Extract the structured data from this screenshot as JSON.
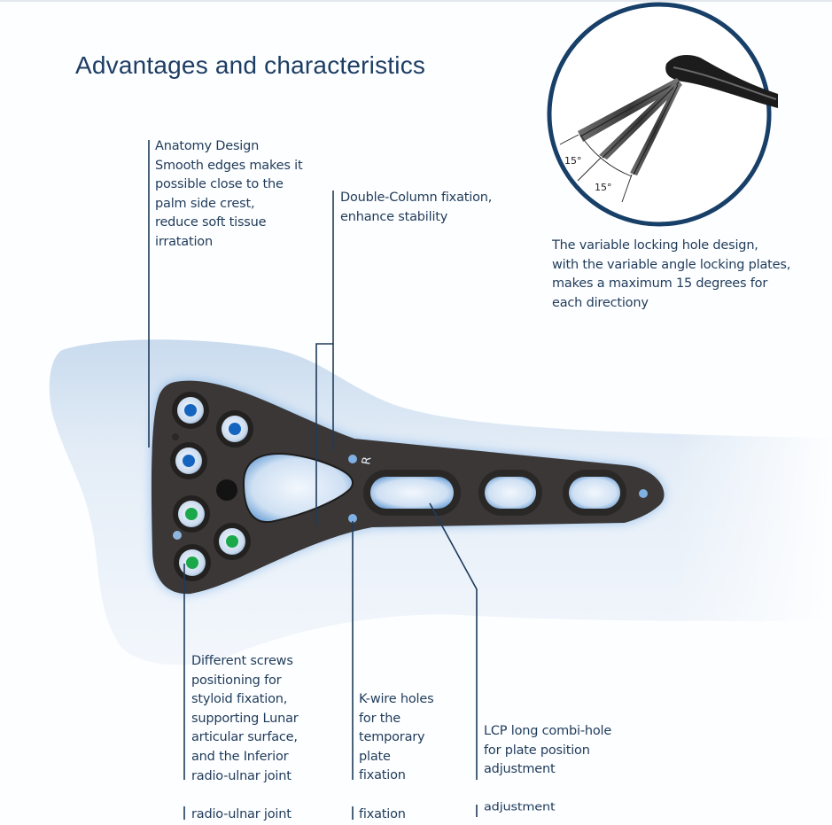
{
  "title": "Advantages and characteristics",
  "inset": {
    "angle_labels": [
      "15°",
      "15°"
    ],
    "caption_lines": [
      "The variable locking hole design,",
      "with the variable angle locking plates,",
      "makes a maximum 15 degrees for",
      "each directiony"
    ]
  },
  "annotations": {
    "anatomy_design": [
      "Anatomy Design",
      "Smooth edges makes it",
      "possible close to the",
      "palm side crest,",
      "reduce soft tissue",
      "irratation"
    ],
    "double_column": [
      "Double-Column fixation,",
      "enhance stability"
    ],
    "different_screws": [
      "Different screws",
      "positioning for",
      "styloid fixation,",
      "supporting Lunar",
      "articular surface,",
      "and the Inferior",
      "radio-ulnar joint"
    ],
    "k_wire": [
      "K-wire holes",
      "for the",
      "temporary",
      "plate",
      "fixation"
    ],
    "lcp": [
      "LCP long combi-hole",
      "for plate position",
      "adjustment"
    ]
  },
  "plate": {
    "side_marker": "R",
    "screw_markers": [
      "blue",
      "blue",
      "blue",
      "green",
      "green",
      "green"
    ]
  },
  "ghost_row": [
    "radio-ulnar joint",
    "fixation",
    "adjustment"
  ],
  "colors": {
    "title": "#1d3d63",
    "text": "#1f3b5a",
    "ring": "#173f68",
    "plate": "#3a3736",
    "bone": "#d7e4f2",
    "screw_blue": "#1565c0",
    "screw_green": "#1aa84a"
  }
}
